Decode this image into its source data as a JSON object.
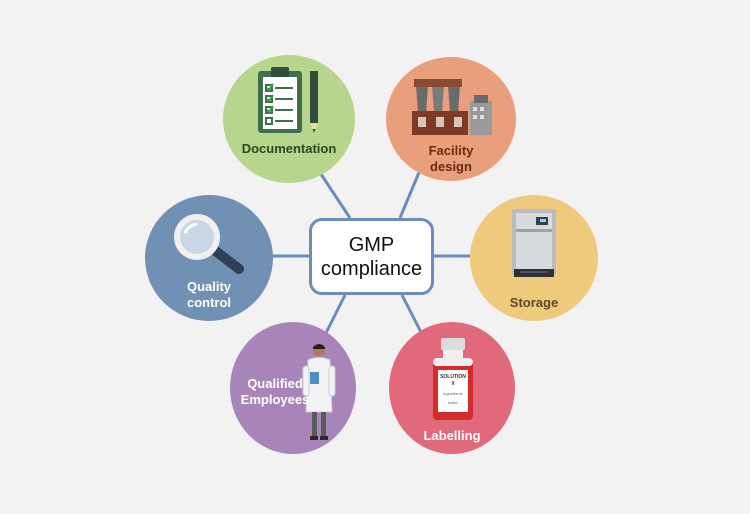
{
  "center": {
    "line1": "GMP",
    "line2": "compliance"
  },
  "nodes": {
    "documentation": {
      "label": "Documentation",
      "color": "#b6d58d",
      "text_color": "#2b4a1b",
      "icon": "clipboard-checklist-icon"
    },
    "facility": {
      "line1": "Facility",
      "line2": "design",
      "color": "#e99f7b",
      "text_color": "#6b2b12",
      "icon": "factory-icon"
    },
    "storage": {
      "label": "Storage",
      "color": "#eecb7c",
      "text_color": "#5b4a2c",
      "icon": "freezer-icon"
    },
    "labelling": {
      "label": "Labelling",
      "color": "#e0697c",
      "text_color": "#ffffff",
      "icon": "labelled-bottle-icon",
      "bottle_text": {
        "line1": "SOLUTION",
        "line2": "X",
        "line3": "ingredients",
        "line4": "batch"
      }
    },
    "employees": {
      "line1": "Qualified",
      "line2": "Employees",
      "color": "#a885b9",
      "text_color": "#ffffff",
      "icon": "scientist-icon"
    },
    "quality": {
      "line1": "Quality",
      "line2": "control",
      "color": "#7090b4",
      "text_color": "#ffffff",
      "icon": "magnifying-glass-icon"
    }
  },
  "connector_color": "#6c8cb9"
}
